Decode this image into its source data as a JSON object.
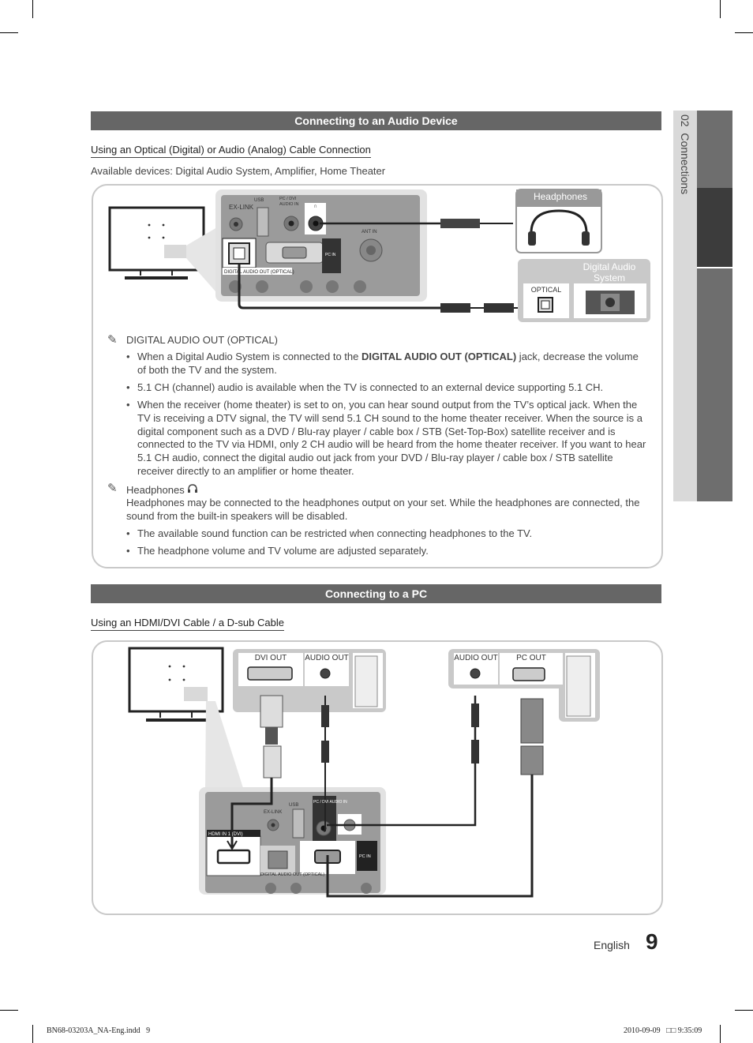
{
  "side": {
    "chapter_number": "02",
    "chapter_title": "Connections"
  },
  "audio_section": {
    "title": "Connecting to an Audio Device",
    "subheading": "Using an Optical (Digital) or Audio (Analog) Cable Connection",
    "available_devices": "Available devices: Digital Audio System, Amplifier, Home Theater",
    "labels": {
      "usb": "USB",
      "pc_dvi_audio_in": "PC / DVI AUDIO IN",
      "ex_link": "EX-LINK",
      "ant_in": "ANT IN",
      "pc_in": "PC IN",
      "digital_audio_out": "DIGITAL AUDIO OUT (OPTICAL)",
      "headphones_box": "Headphones",
      "digital_audio_system_box": "Digital Audio System",
      "optical": "OPTICAL"
    },
    "note1_title": "DIGITAL AUDIO OUT (OPTICAL)",
    "note1_b1_pre": "When a Digital Audio System is connected to the ",
    "note1_b1_bold": "DIGITAL AUDIO OUT (OPTICAL)",
    "note1_b1_post": " jack, decrease the volume of both the TV and the system.",
    "note1_b2": "5.1 CH (channel) audio is available when the TV is connected to an external device supporting 5.1 CH.",
    "note1_b3": "When the receiver (home theater) is set to on, you can hear sound output from the TV’s optical jack. When the TV is receiving a DTV signal, the TV will send 5.1 CH sound to the home theater receiver. When the source is a digital component such as a DVD / Blu-ray player / cable box / STB (Set-Top-Box) satellite receiver and is connected to the TV via HDMI, only 2 CH audio will be heard from the home theater receiver. If you want to hear 5.1 CH audio, connect the digital audio out jack from your DVD / Blu-ray player / cable box / STB satellite receiver directly to an amplifier or home theater.",
    "note2_title": "Headphones",
    "note2_text": "Headphones may be connected to the headphones output on your set. While the headphones are connected, the sound from the built-in speakers will be disabled.",
    "note2_b1": "The available sound function can be restricted when connecting headphones to the TV.",
    "note2_b2": "The headphone volume and TV volume are adjusted separately."
  },
  "pc_section": {
    "title": "Connecting to a PC",
    "subheading": "Using an HDMI/DVI Cable / a D-sub Cable",
    "labels": {
      "dvi_out": "DVI OUT",
      "audio_out_1": "AUDIO OUT",
      "audio_out_2": "AUDIO OUT",
      "pc_out": "PC OUT",
      "hdmi_dvi_in": "HDMI IN 1 (DVI)",
      "usb": "USB",
      "ex_link": "EX-LINK",
      "pc_dvi_audio_in": "PC / DVI AUDIO IN",
      "pc_in": "PC IN",
      "digital_audio_out": "DIGITAL AUDIO OUT (OPTICAL)"
    }
  },
  "footer": {
    "language": "English",
    "page_number": "9",
    "file_info": "BN68-03203A_NA-Eng.indd   9",
    "timestamp": "2010-09-09   □□ 9:35:09"
  }
}
